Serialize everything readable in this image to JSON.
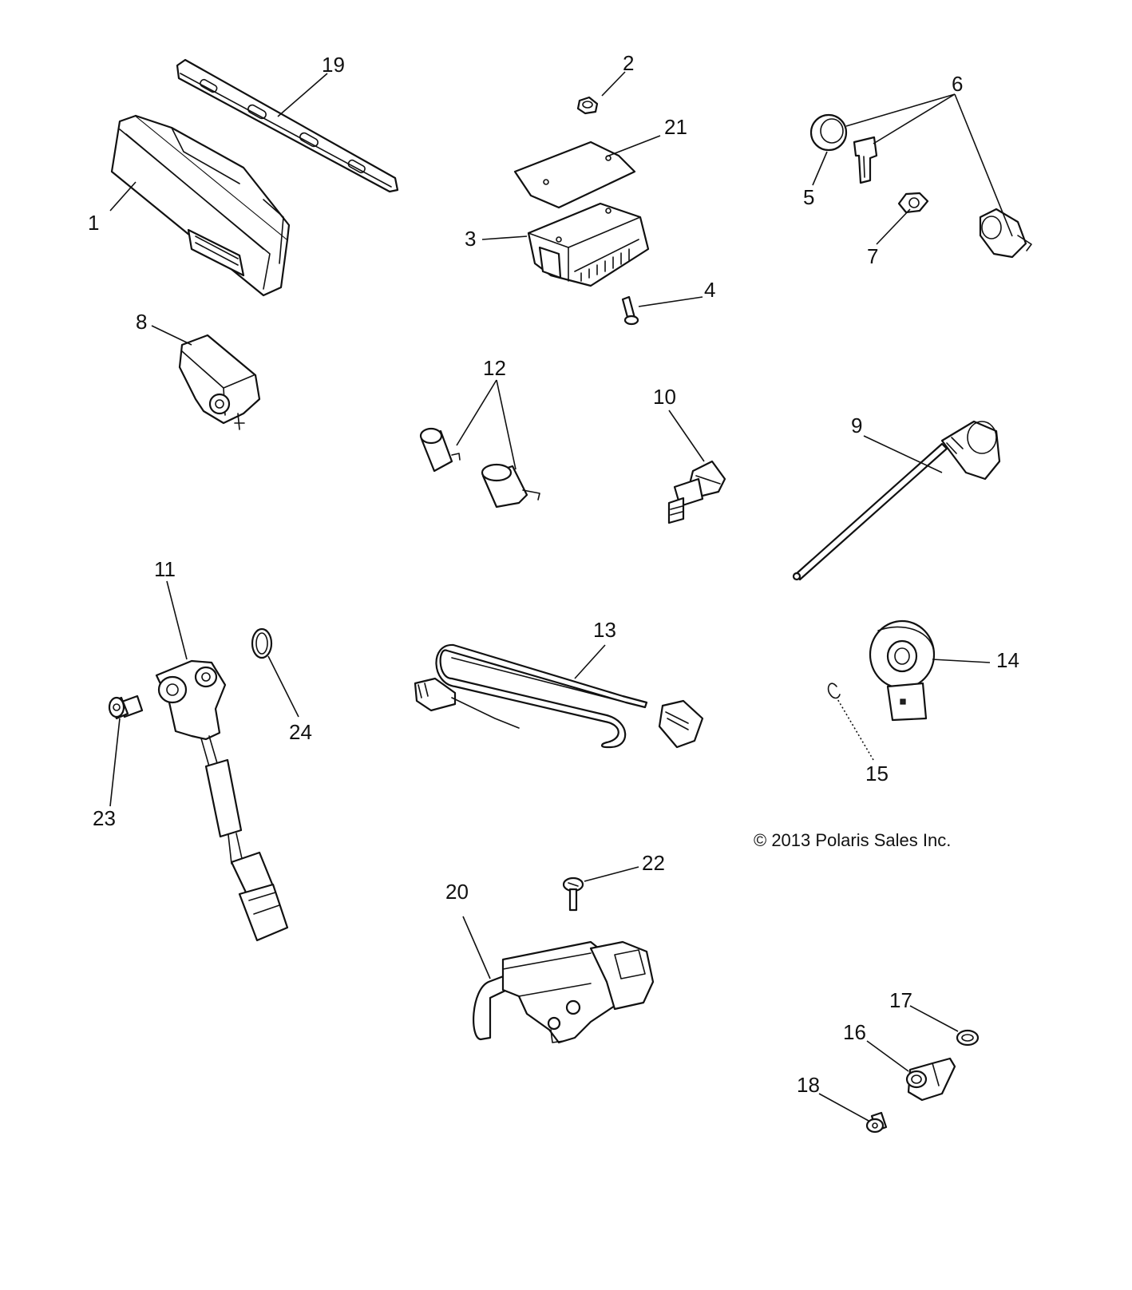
{
  "copyright": "© 2013 Polaris Sales Inc.",
  "callouts": {
    "c1": "1",
    "c2": "2",
    "c3": "3",
    "c4": "4",
    "c5": "5",
    "c6": "6",
    "c7": "7",
    "c8": "8",
    "c9": "9",
    "c10": "10",
    "c11": "11",
    "c12": "12",
    "c13": "13",
    "c14": "14",
    "c15": "15",
    "c16": "16",
    "c17": "17",
    "c18": "18",
    "c19": "19",
    "c20": "20",
    "c21": "21",
    "c22": "22",
    "c23": "23",
    "c24": "24"
  }
}
